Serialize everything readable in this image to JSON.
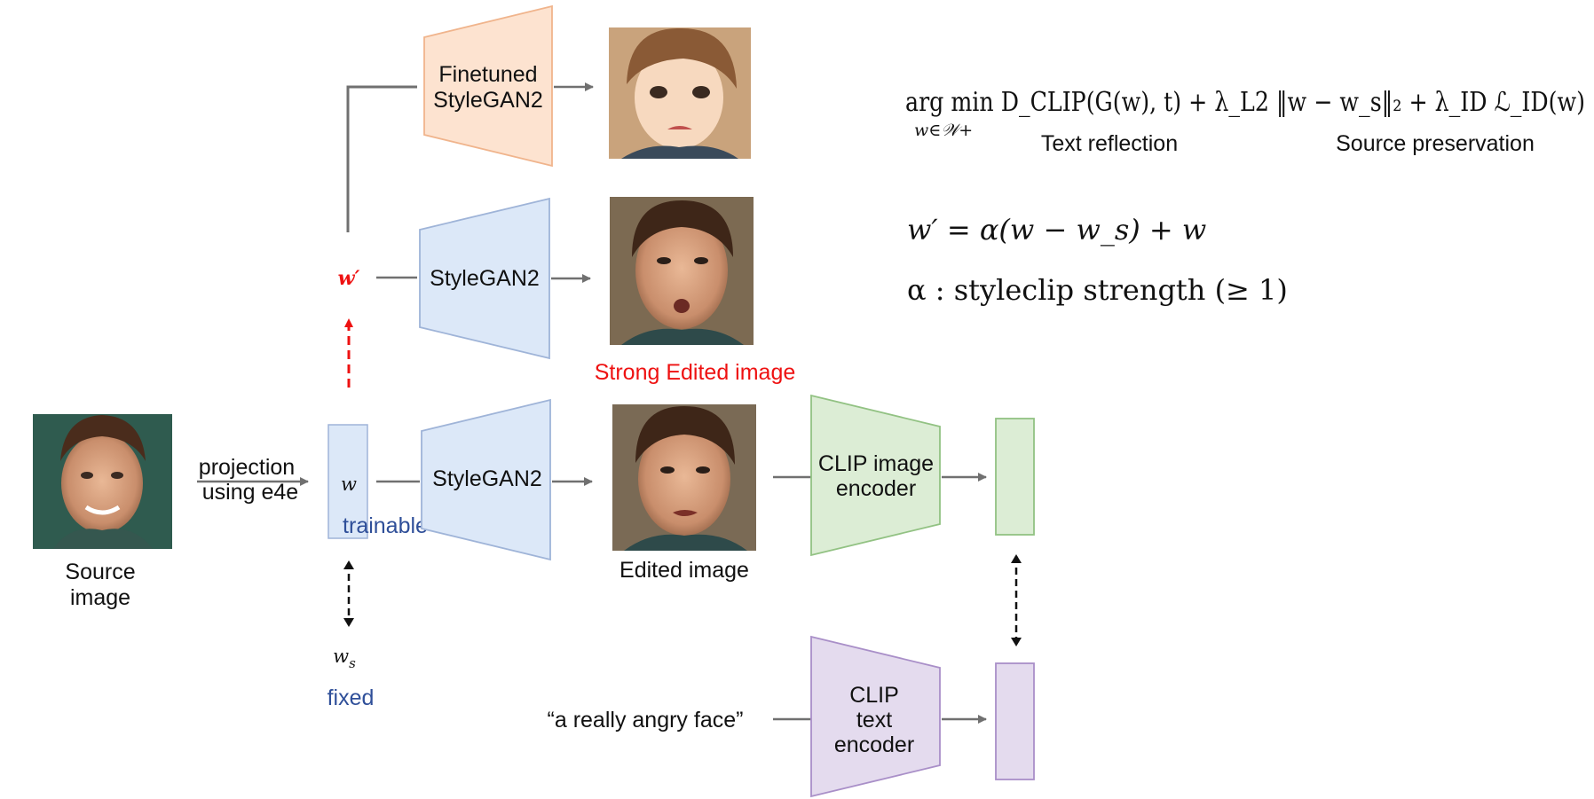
{
  "source": {
    "line1": "Source",
    "line2": "image"
  },
  "projection": {
    "line1": "projection",
    "line2": "using e4e"
  },
  "latent": {
    "w_symbol": "w",
    "trainable_label": "trainable",
    "ws_symbol": "w",
    "ws_subscript": "s",
    "fixed_label": "fixed",
    "w_prime_symbol": "w′"
  },
  "generators": {
    "finetuned_line1": "Finetuned",
    "finetuned_line2": "StyleGAN2",
    "strong": "StyleGAN2",
    "base": "StyleGAN2"
  },
  "images": {
    "strong_caption": "Strong Edited image",
    "edited_caption": "Edited image"
  },
  "encoders": {
    "image_line1": "CLIP image",
    "image_line2": "encoder",
    "text_line1": "CLIP",
    "text_line2": "text",
    "text_line3": "encoder"
  },
  "prompt_text": "“a really angry face”",
  "equations": {
    "objective": "arg min D_CLIP(G(w), t) + λ_L2 ‖w − w_s‖₂ + λ_ID ℒ_ID(w)",
    "objective_subscript": "w∈𝒲+",
    "text_reflection": "Text reflection",
    "source_preservation": "Source preservation",
    "update_rule": "w′ = α(w − w_s) + w",
    "alpha_desc": "α : styleclip strength (≥ 1)"
  },
  "colors": {
    "finetuned_fill": "#fde3d0",
    "finetuned_stroke": "#f0b48c",
    "stylegan_fill": "#dce8f8",
    "stylegan_stroke": "#9fb4d8",
    "clip_image_fill": "#dcedd5",
    "clip_image_stroke": "#92c283",
    "clip_text_fill": "#e4dbee",
    "clip_text_stroke": "#a98fc8",
    "arrow_gray": "#707070",
    "accent_red": "#ee1111",
    "accent_blue": "#2f4f99"
  }
}
